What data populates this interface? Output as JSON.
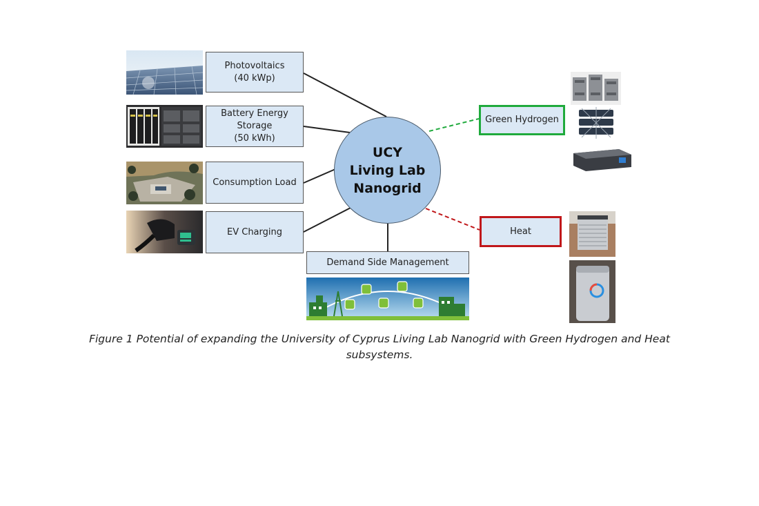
{
  "hub": {
    "label": "UCY\nLiving Lab\nNanogrid"
  },
  "nodes": {
    "photovoltaics": "Photovoltaics\n(40 kWp)",
    "battery": "Battery Energy\nStorage\n(50 kWh)",
    "consumption": "Consumption Load",
    "ev": "EV Charging",
    "dsm": "Demand Side Management",
    "hydrogen": "Green Hydrogen",
    "heat": "Heat"
  },
  "caption": "Figure 1 Potential of expanding the University of Cyprus Living Lab Nanogrid with Green Hydrogen and Heat subsystems.",
  "colors": {
    "box_fill": "#dbe8f5",
    "hub_fill": "#a9c8e8",
    "hydrogen_accent": "#1faa3c",
    "heat_accent": "#c0171a"
  }
}
